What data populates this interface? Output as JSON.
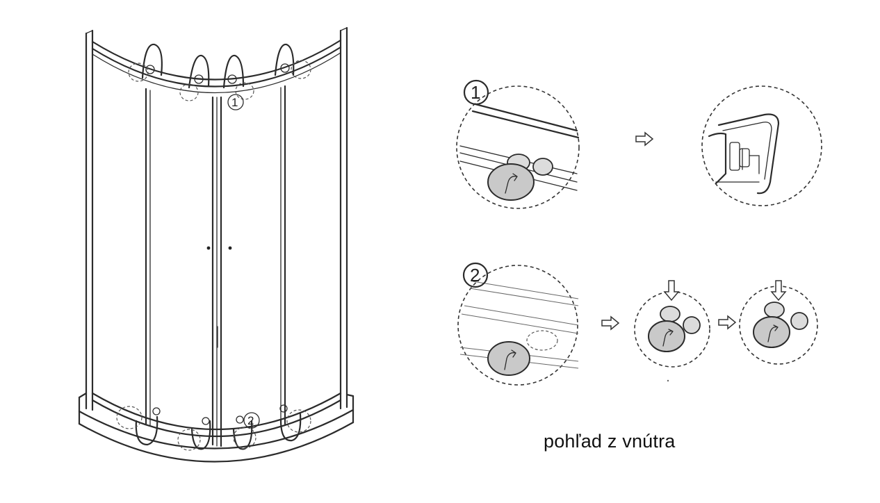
{
  "callouts": {
    "one": "1",
    "two": "2"
  },
  "caption": "pohľad z vnútra"
}
